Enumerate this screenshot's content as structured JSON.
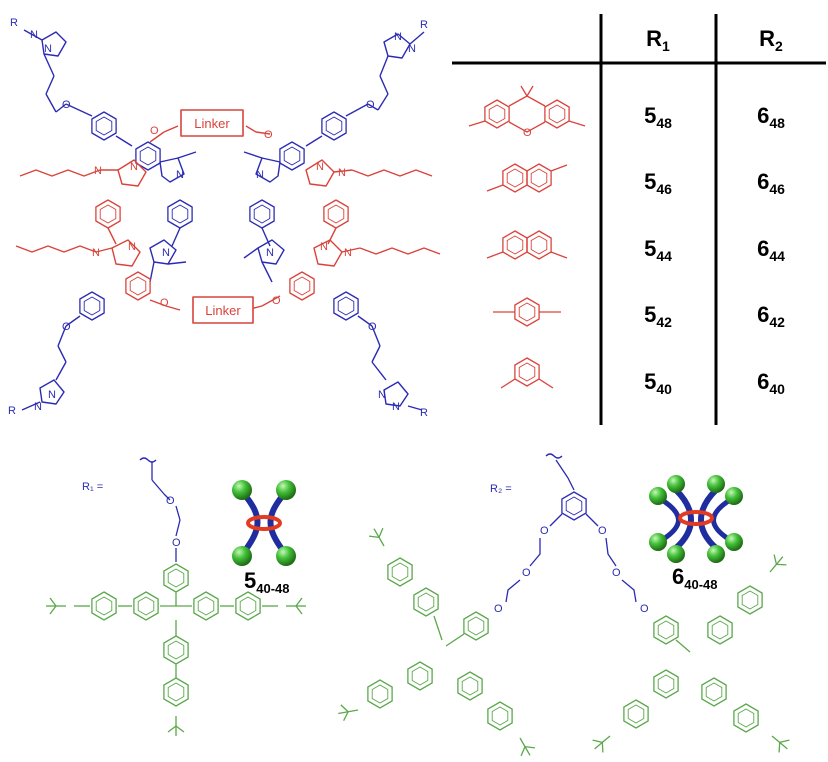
{
  "colors": {
    "blue": "#2b2bb3",
    "red": "#d9433b",
    "green": "#5aa84a",
    "black": "#000000",
    "ball": "#44c23a",
    "ring": "#e23b22"
  },
  "linker_top": "Linker",
  "linker_bottom": "Linker",
  "atoms": {
    "N": "N",
    "O": "O",
    "R": "R"
  },
  "table": {
    "headers": [
      {
        "base": "R",
        "sub": "1"
      },
      {
        "base": "R",
        "sub": "2"
      }
    ],
    "rows": [
      {
        "col1": {
          "base": "5",
          "sub": "48"
        },
        "col2": {
          "base": "6",
          "sub": "48"
        }
      },
      {
        "col1": {
          "base": "5",
          "sub": "46"
        },
        "col2": {
          "base": "6",
          "sub": "46"
        }
      },
      {
        "col1": {
          "base": "5",
          "sub": "44"
        },
        "col2": {
          "base": "6",
          "sub": "44"
        }
      },
      {
        "col1": {
          "base": "5",
          "sub": "42"
        },
        "col2": {
          "base": "6",
          "sub": "42"
        }
      },
      {
        "col1": {
          "base": "5",
          "sub": "40"
        },
        "col2": {
          "base": "6",
          "sub": "40"
        }
      }
    ]
  },
  "r1_label": "R₁ =",
  "r2_label": "R₂ =",
  "compound5": {
    "base": "5",
    "sub": "40-48"
  },
  "compound6": {
    "base": "6",
    "sub": "40-48"
  }
}
